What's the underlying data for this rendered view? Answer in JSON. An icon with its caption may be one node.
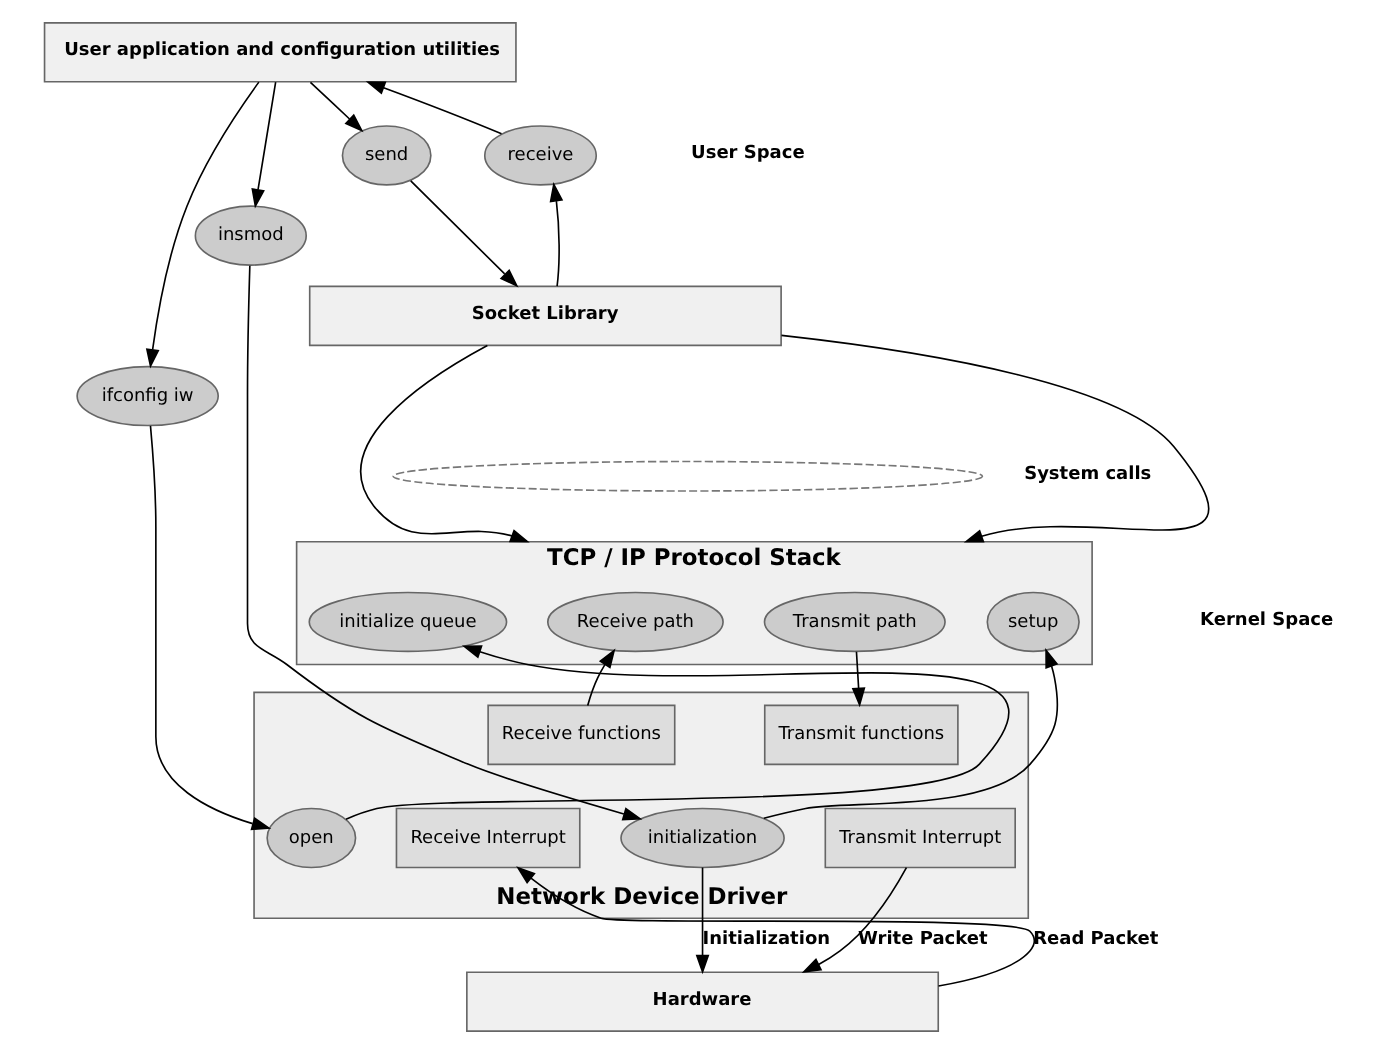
{
  "diagram": {
    "nodes": [
      {
        "text": [
          "User application and configuration utilities"
        ]
      },
      {
        "text": [
          "insmod"
        ]
      },
      {
        "text": [
          "ifconfig iw"
        ]
      },
      {
        "text": [
          "send"
        ]
      },
      {
        "text": [
          "receive"
        ]
      },
      {
        "text": [
          "Socket Library"
        ]
      },
      {
        "text": [],
        "shape": "ellipse",
        "beside": [
          "System calls"
        ]
      },
      {
        "text": [
          "TCP / IP Protocol Stack"
        ]
      },
      {
        "text": [
          "setup"
        ],
        "in": 7
      },
      {
        "text": [
          "initialize queue"
        ],
        "in": 7
      },
      {
        "text": [
          "Transmit path"
        ],
        "in": 7
      },
      {
        "text": [
          "Receive path"
        ],
        "in": 7
      },
      {
        "text": [
          "Network Device Driver"
        ]
      },
      {
        "text": [
          "initialization"
        ],
        "in": 12
      },
      {
        "text": [
          "open"
        ],
        "in": 12
      },
      {
        "text": [
          "Transmit functions"
        ],
        "in": 12
      },
      {
        "text": [
          "Transmit Interrupt"
        ],
        "in": 12
      },
      {
        "text": [
          "Receive functions"
        ],
        "in": 12
      },
      {
        "text": [
          "Receive Interrupt"
        ],
        "in": 12
      },
      {
        "text": [
          "Hardware"
        ]
      }
    ],
    "edges": [
      {
        "from": 0,
        "to": 1,
        "arrow": "to"
      },
      {
        "from": 0,
        "to": 2,
        "arrow": "to"
      },
      {
        "from": 0,
        "to": 3,
        "arrow": "to"
      },
      {
        "from": 4,
        "to": 0,
        "arrow": "to"
      },
      {
        "from": 3,
        "to": 5,
        "arrow": "to"
      },
      {
        "from": 5,
        "to": 4,
        "arrow": "to"
      },
      {
        "from": 5,
        "to": 7,
        "arrow": "to"
      },
      {
        "from": 5,
        "to": 7,
        "arrow": "to"
      },
      {
        "from": 1,
        "to": 13,
        "arrow": "to"
      },
      {
        "from": 2,
        "to": 14,
        "arrow": "to"
      },
      {
        "from": 13,
        "to": 8,
        "arrow": "to"
      },
      {
        "from": 14,
        "to": 9,
        "arrow": "to"
      },
      {
        "from": 10,
        "to": 15,
        "arrow": "to"
      },
      {
        "from": 17,
        "to": 11,
        "arrow": "to"
      },
      {
        "from": 13,
        "to": 19,
        "arrow": "to",
        "label": "Initialization"
      },
      {
        "from": 16,
        "to": 19,
        "arrow": "to",
        "label": "Write Packet"
      },
      {
        "from": 19,
        "to": 18,
        "arrow": "to",
        "label": "Read Packet"
      }
    ],
    "labels": [
      "User Space",
      "Kernel Space"
    ]
  }
}
